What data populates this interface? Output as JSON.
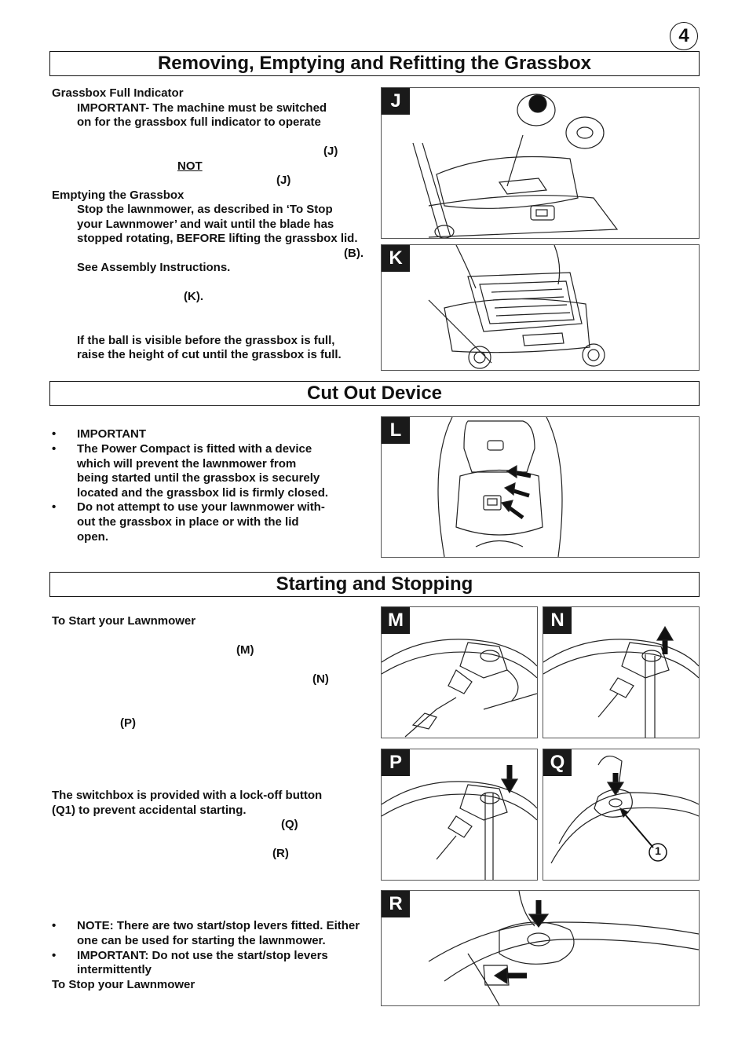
{
  "page_number": "4",
  "sections": {
    "grassbox": {
      "title": "Removing, Emptying and Refitting the Grassbox",
      "indicator_heading": "Grassbox Full Indicator",
      "important_1": "IMPORTANT-  The machine must be switched",
      "important_2": "on for the grassbox full indicator to operate",
      "ref_j1": "(J)",
      "not": "NOT",
      "ref_j2": "(J)",
      "emptying_heading": "Emptying the Grassbox",
      "stop_1": "Stop the lawnmower, as described in ‘To Stop",
      "stop_2": "your Lawnmower’ and wait until the blade has",
      "stop_3": "stopped rotating, BEFORE lifting the grassbox lid.",
      "ref_b": "(B).",
      "assembly": "See Assembly Instructions.",
      "ref_k": "(K).",
      "ball_1": "If the ball is visible before the grassbox is full,",
      "ball_2": "raise the height of cut until the grassbox is full."
    },
    "cutout": {
      "title": "Cut Out Device",
      "items": [
        "IMPORTANT",
        "The Power Compact is fitted with a device",
        "which will prevent the lawnmower from",
        "being started until the grassbox is securely",
        "located and the grassbox lid is firmly closed.",
        "Do not attempt to use your lawnmower with-",
        "out the grassbox in place or with the lid",
        "open."
      ],
      "bullet": "•"
    },
    "starting": {
      "title": "Starting and Stopping",
      "start_heading": "To Start your Lawnmower",
      "ref_m": "(M)",
      "ref_n": "(N)",
      "ref_p": "(P)",
      "lockoff_1": "The switchbox is provided with a lock-off button",
      "lockoff_2": "(Q1) to prevent accidental starting.",
      "ref_q": "(Q)",
      "ref_r": "(R)",
      "note_1": "NOTE: There are two start/stop levers fitted. Either",
      "note_2": "one can be used for starting the lawnmower.",
      "imp_1": "IMPORTANT: Do not use the start/stop levers",
      "imp_2": "intermittently",
      "stop_heading": "To Stop your Lawnmower"
    }
  },
  "figures": {
    "J": "J",
    "K": "K",
    "L": "L",
    "M": "M",
    "N": "N",
    "P": "P",
    "Q": "Q",
    "R": "R",
    "q_callout": "1"
  }
}
